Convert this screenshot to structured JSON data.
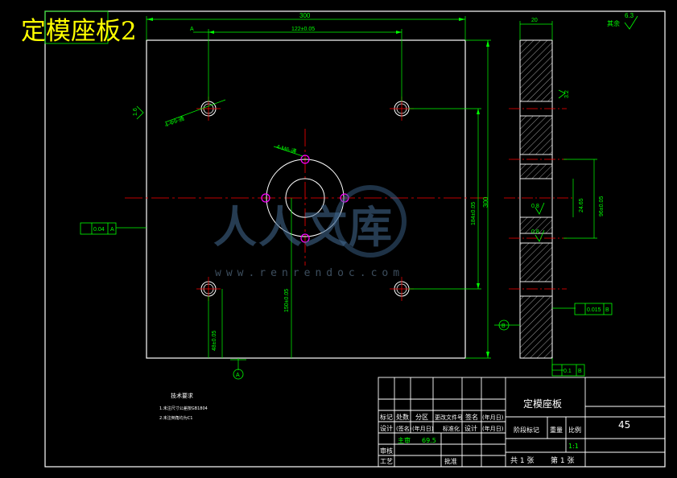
{
  "title": "定模座板2",
  "dims": {
    "width_total": "300",
    "hole_pitch_top": "122±0.05",
    "thickness": "20",
    "height_total": "300",
    "hole_pitch_right": "184±0.05",
    "hole_pitch_bottom_left": "48±0.05",
    "center_height": "150±0.05",
    "hole_note_left": "4-Φ9-通",
    "hole_note_center": "4-M6-通",
    "section_small": "24.65",
    "section_big": "96±0.05"
  },
  "tolerances": {
    "flatness_left": "0.04",
    "flatness_left_datum": "A",
    "parallel_right": "0.015",
    "parallel_right_datum": "B",
    "bottom_box": "0.1",
    "bottom_box_datum": "B"
  },
  "roughness": {
    "top_right": "6.3",
    "top_right_label": "其余",
    "left": "1.6",
    "right_side": "3.2",
    "sec_a": "0.8",
    "sec_b": "0.8"
  },
  "datums": {
    "a_top": "A",
    "a_bottom": "A",
    "b_right": "B"
  },
  "tech_req": {
    "heading": "技术要求",
    "lines": [
      "1.未注尺寸公差按GB1804",
      "2.未注倒角均为C1"
    ]
  },
  "title_block": {
    "part_name": "定模座板",
    "material": "45",
    "col_labels": [
      "标记",
      "处数",
      "分区",
      "更改文件号",
      "签名",
      "(年月日)"
    ],
    "row2": [
      "设计",
      "(签名)",
      "(年月日)",
      "标准化",
      "设计",
      "(年月日)"
    ],
    "stage_label": "阶段标记",
    "weight_label": "重量",
    "scale_label": "比例",
    "scale_value": "1:1",
    "review": "审核",
    "process": "工艺",
    "approve": "批准",
    "main_label": "主审",
    "main_value": "69.5",
    "total_sheets": "共 1 张",
    "sheet_no": "第 1 张"
  },
  "watermark": {
    "text": "人人文库",
    "url": "www.renrendoc.com"
  },
  "colors": {
    "frame": "#ffffff",
    "dim": "#00ff00",
    "center": "#ff0000",
    "hatch": "#ffffff",
    "hole_mark": "#ff00ff",
    "title": "#ffff00"
  }
}
